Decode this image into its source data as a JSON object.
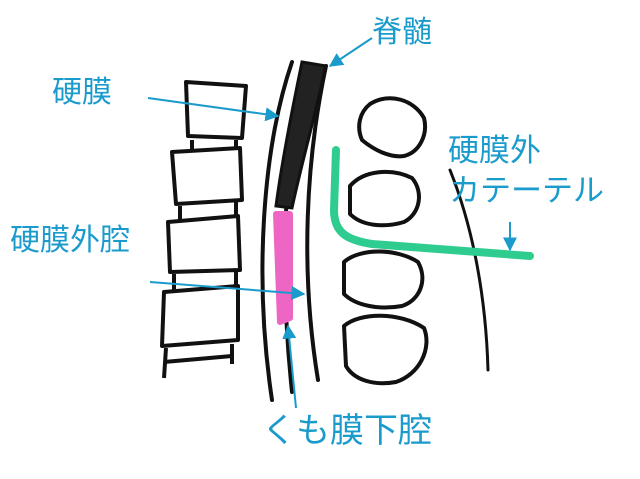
{
  "labels": {
    "spinal_cord": "脊髄",
    "dura": "硬膜",
    "catheter_line1": "硬膜外",
    "catheter_line2": "カテーテル",
    "epidural_space": "硬膜外腔",
    "subarachnoid_space": "くも膜下腔"
  },
  "colors": {
    "label": "#1a9bcc",
    "outline": "#111111",
    "spinal_cord": "#222222",
    "catheter": "#2ecc8e",
    "epidural_highlight": "#ee66c4"
  }
}
